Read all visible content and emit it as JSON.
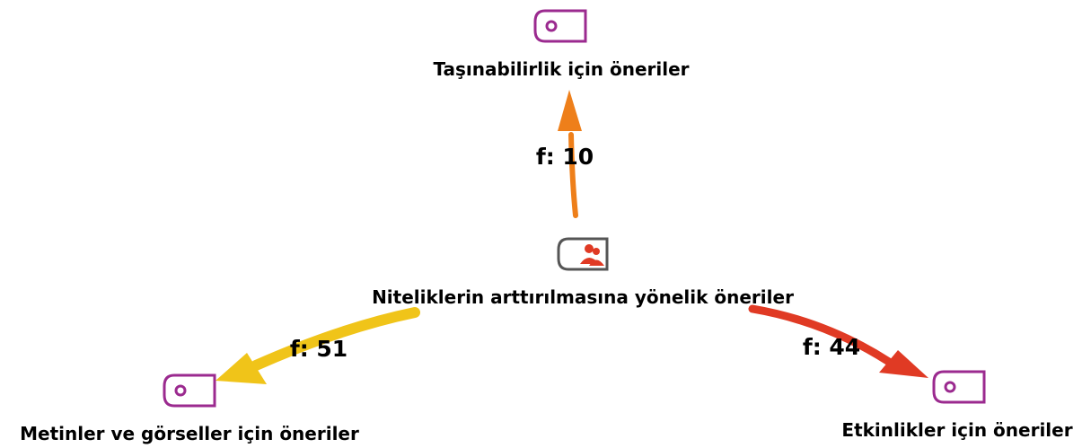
{
  "diagram": {
    "nodes": {
      "center": {
        "label": "Niteliklerin arttırılmasına yönelik öneriler",
        "icon": "user-group-card-icon",
        "icon_color": "#555555",
        "accent": "#e03a24"
      },
      "top": {
        "label": "Taşınabilirlik için öneriler",
        "icon": "tag-icon",
        "color": "#9b2a8f"
      },
      "left": {
        "label": "Metinler ve görseller için öneriler",
        "icon": "tag-icon",
        "color": "#9b2a8f"
      },
      "right": {
        "label": "Etkinlikler için öneriler",
        "icon": "tag-icon",
        "color": "#9b2a8f"
      }
    },
    "edges": {
      "top": {
        "label": "f: 10",
        "color": "#ee7f1a"
      },
      "left": {
        "label": "f: 51",
        "color": "#f0c419"
      },
      "right": {
        "label": "f: 44",
        "color": "#e03a24"
      }
    }
  }
}
